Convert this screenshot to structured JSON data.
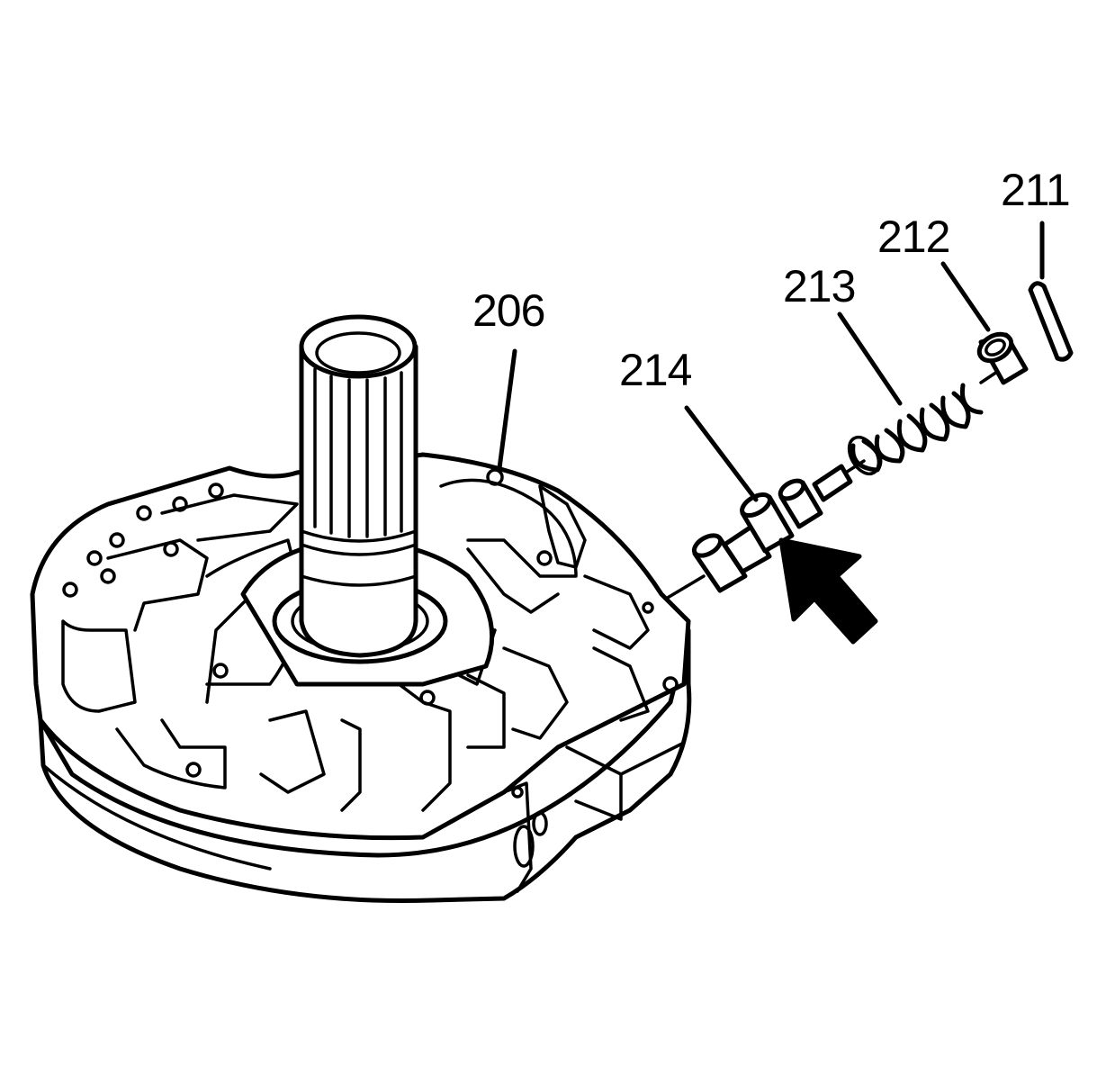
{
  "callouts": {
    "c206": "206",
    "c214": "214",
    "c213": "213",
    "c212": "212",
    "c211": "211"
  },
  "colors": {
    "line": "#000000",
    "background": "#ffffff"
  },
  "icons": {
    "pointer": "arrow-pointer-icon"
  }
}
